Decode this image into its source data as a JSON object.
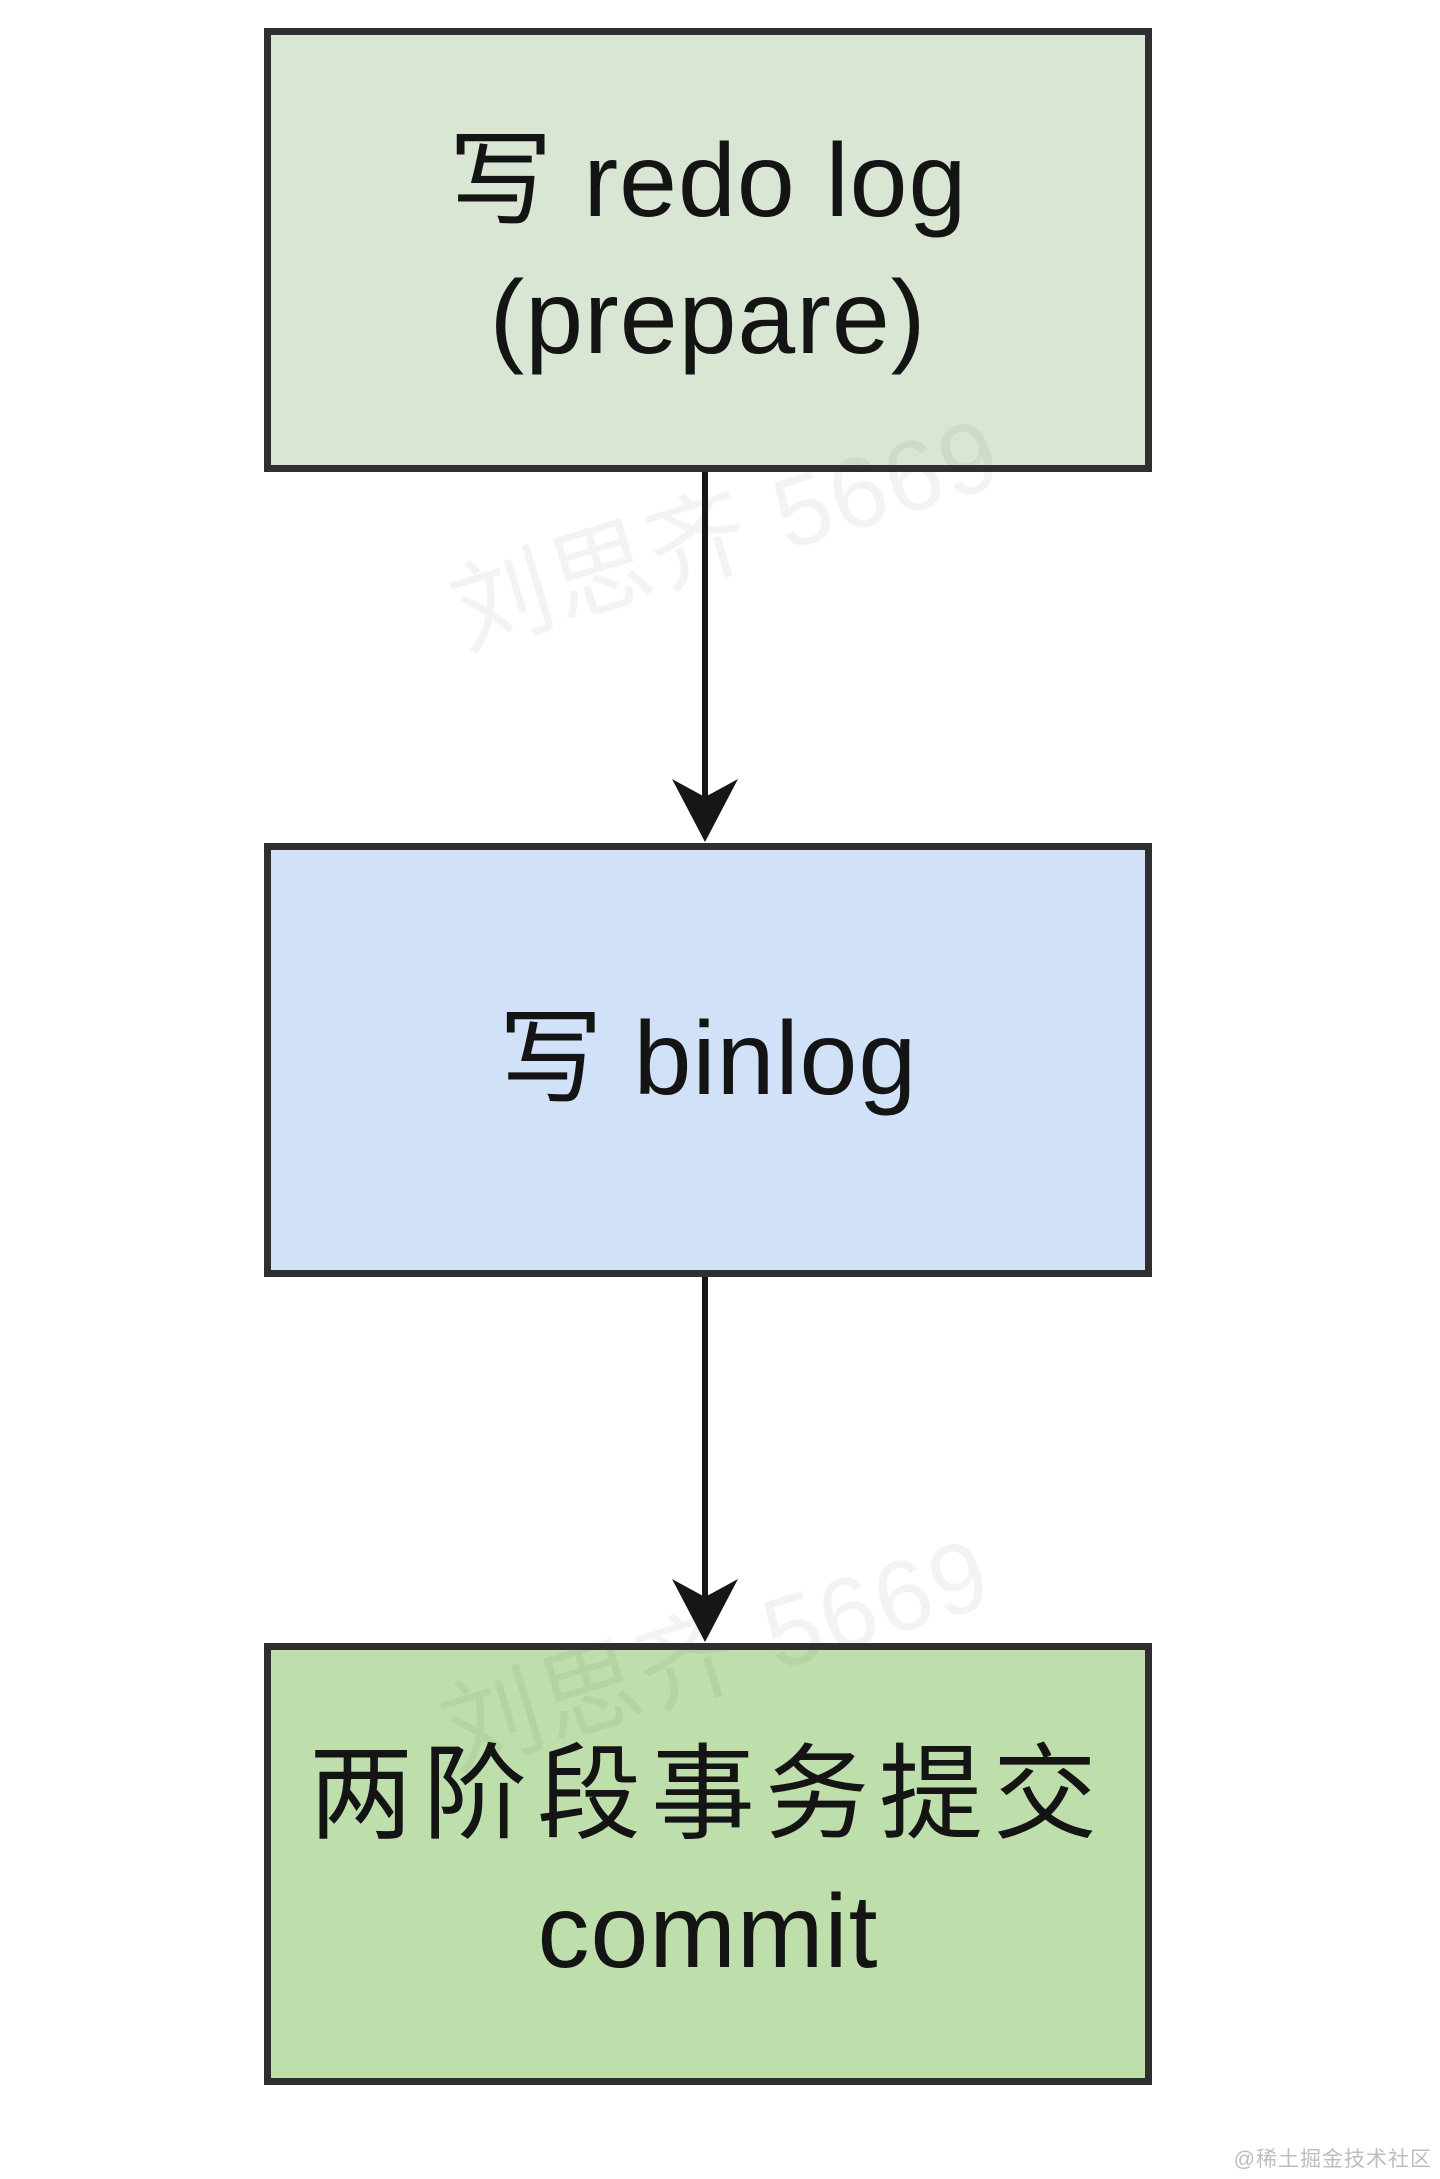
{
  "diagram": {
    "title_hint": "MySQL two-phase commit flow",
    "nodes": [
      {
        "id": "write-redo-log",
        "line1": "写 redo log",
        "line2": "(prepare)",
        "fill": "#d9e6d4",
        "border": "#2f2f2f"
      },
      {
        "id": "write-binlog",
        "line1": "写 binlog",
        "line2": "",
        "fill": "#d0e1f8",
        "border": "#2f2f2f"
      },
      {
        "id": "two-phase-commit",
        "line1": "两阶段事务提交",
        "line2": "commit",
        "fill": "#bedfab",
        "border": "#2f2f2f"
      }
    ],
    "edges": [
      {
        "from": "write-redo-log",
        "to": "write-binlog"
      },
      {
        "from": "write-binlog",
        "to": "two-phase-commit"
      }
    ],
    "arrow_color": "#161616",
    "text_color": "#141414",
    "background": "#ffffff"
  },
  "watermarks": {
    "diagonal": "刘思齐 5669",
    "site": "@稀土掘金技术社区"
  }
}
